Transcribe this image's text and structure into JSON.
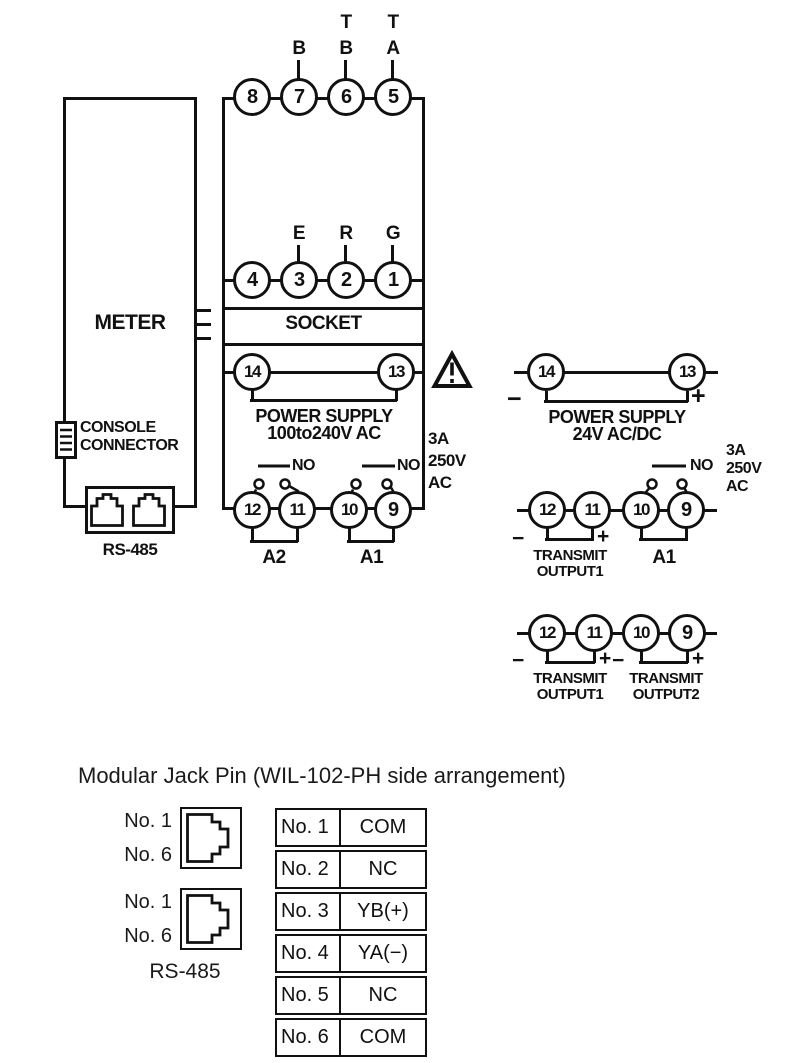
{
  "diagram": {
    "meter": {
      "label": "METER",
      "console_line1": "CONSOLE",
      "console_line2": "CONNECTOR",
      "rs485": "RS-485"
    },
    "socket": {
      "label": "SOCKET",
      "row_top": [
        "8",
        "7",
        "6",
        "5"
      ],
      "pin7_label": "B",
      "pin6_label_top": "T",
      "pin6_label_bottom": "B",
      "pin5_label_top": "T",
      "pin5_label_bottom": "A",
      "row_mid": [
        "4",
        "3",
        "2",
        "1"
      ],
      "pin3_label": "E",
      "pin2_label": "R",
      "pin1_label": "G",
      "row_power": [
        "14",
        "13"
      ],
      "power_line1": "POWER SUPPLY",
      "power_line2": "100to240V AC",
      "row_relay": [
        "12",
        "11",
        "10",
        "9"
      ],
      "relay_a2": "A2",
      "relay_a1": "A1"
    },
    "no_label": "NO",
    "rating": {
      "amps": "3A",
      "volts": "250V",
      "ac": "AC"
    },
    "signs": {
      "minus": "−",
      "plus": "+"
    },
    "right_power": {
      "terminals": [
        "14",
        "13"
      ],
      "line1": "POWER SUPPLY",
      "line2": "24V AC/DC"
    },
    "right_mid": {
      "terminals": [
        "12",
        "11",
        "10",
        "9"
      ],
      "transmit": "TRANSMIT",
      "output1": "OUTPUT1",
      "a1": "A1"
    },
    "right_bottom": {
      "terminals": [
        "12",
        "11",
        "10",
        "9"
      ],
      "transmit": "TRANSMIT",
      "output1": "OUTPUT1",
      "output2": "OUTPUT2"
    }
  },
  "modular_jack": {
    "title": "Modular Jack Pin (WIL-102-PH side arrangement)",
    "pin_top_label": "No. 1",
    "pin_bottom_label": "No. 6",
    "rs485": "RS-485",
    "table_rows": [
      {
        "pin": "No. 1",
        "signal": "COM"
      },
      {
        "pin": "No. 2",
        "signal": "NC"
      },
      {
        "pin": "No. 3",
        "signal": "YB(+)"
      },
      {
        "pin": "No. 4",
        "signal": "YA(−)"
      },
      {
        "pin": "No. 5",
        "signal": "NC"
      },
      {
        "pin": "No. 6",
        "signal": "COM"
      }
    ]
  },
  "colors": {
    "ink": "#111111",
    "paper": "#ffffff"
  }
}
